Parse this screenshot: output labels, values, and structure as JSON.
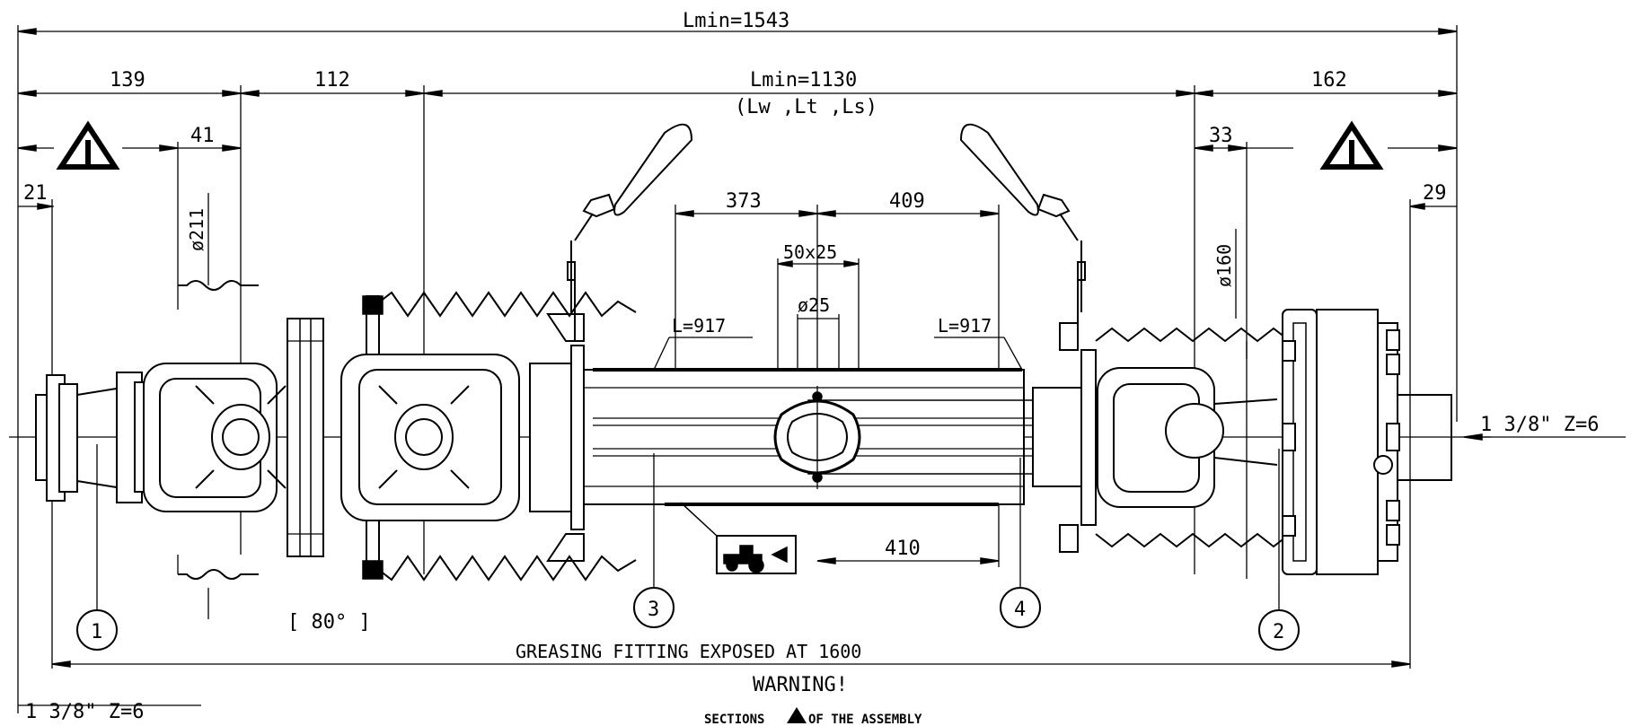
{
  "dimensions": {
    "lmin_total": "Lmin=1543",
    "d139": "139",
    "d112": "112",
    "lmin_tubes": "Lmin=1130",
    "tube_types": "(Lw ,Lt ,Ls)",
    "d162": "162",
    "d41": "41",
    "d33": "33",
    "d21": "21",
    "d29": "29",
    "d373": "373",
    "d409": "409",
    "tube_profile": "50x25",
    "tube_dia": "ø25",
    "d410": "410",
    "l_left": "L=917",
    "l_right": "L=917",
    "dia_left": "ø211",
    "dia_right": "ø160"
  },
  "labels": {
    "shaft_right": "1 3/8\" Z=6",
    "shaft_left": "1 3/8\" Z=6",
    "angle": "[ 80° ]",
    "greasing": "GREASING FITTING EXPOSED AT 1600",
    "warning": "WARNING!",
    "sections_pre": "SECTIONS",
    "sections_post": "OF THE ASSEMBLY"
  },
  "callouts": [
    "1",
    "2",
    "3",
    "4"
  ],
  "colors": {
    "line": "#000000",
    "background": "#ffffff"
  }
}
